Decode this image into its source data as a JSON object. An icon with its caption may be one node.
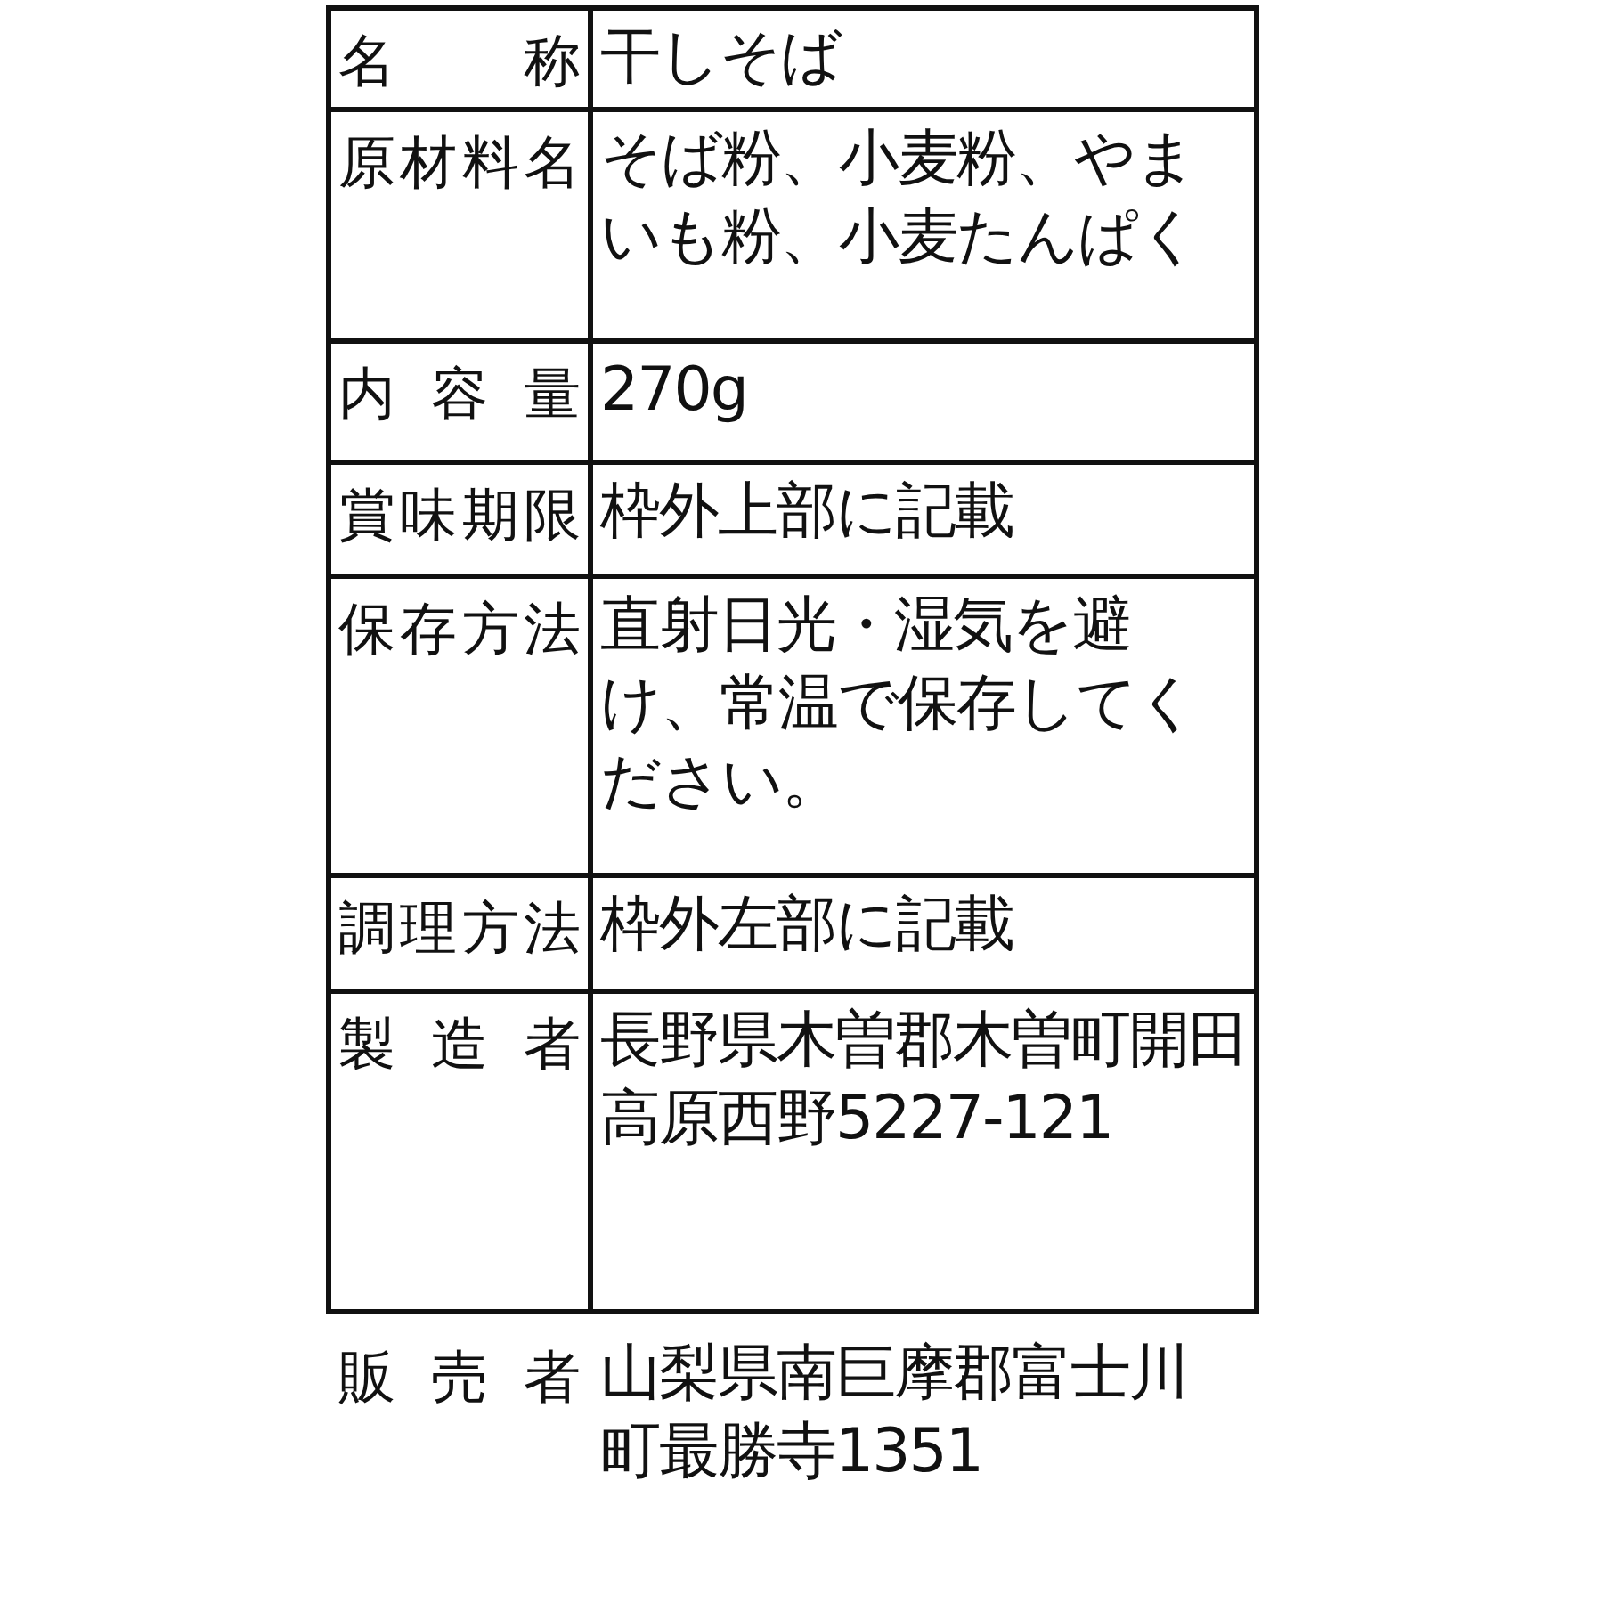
{
  "diagram": {
    "labels": [
      "名称",
      "干しそば",
      "原材料名",
      "そば粉、小麦粉、やまいも粉、小麦たんぱく",
      "内容量",
      "270g",
      "賞味期限",
      "枠外上部に記載",
      "保存方法",
      "直射日光・湿気を避け、常温で保存してください。",
      "調理方法",
      "枠外左部に記載",
      "製造者",
      "長野県木曽郡木曽町開田高原西野5227-121",
      "販売者",
      "山梨県南巨摩郡富士川町最勝寺1351"
    ]
  }
}
